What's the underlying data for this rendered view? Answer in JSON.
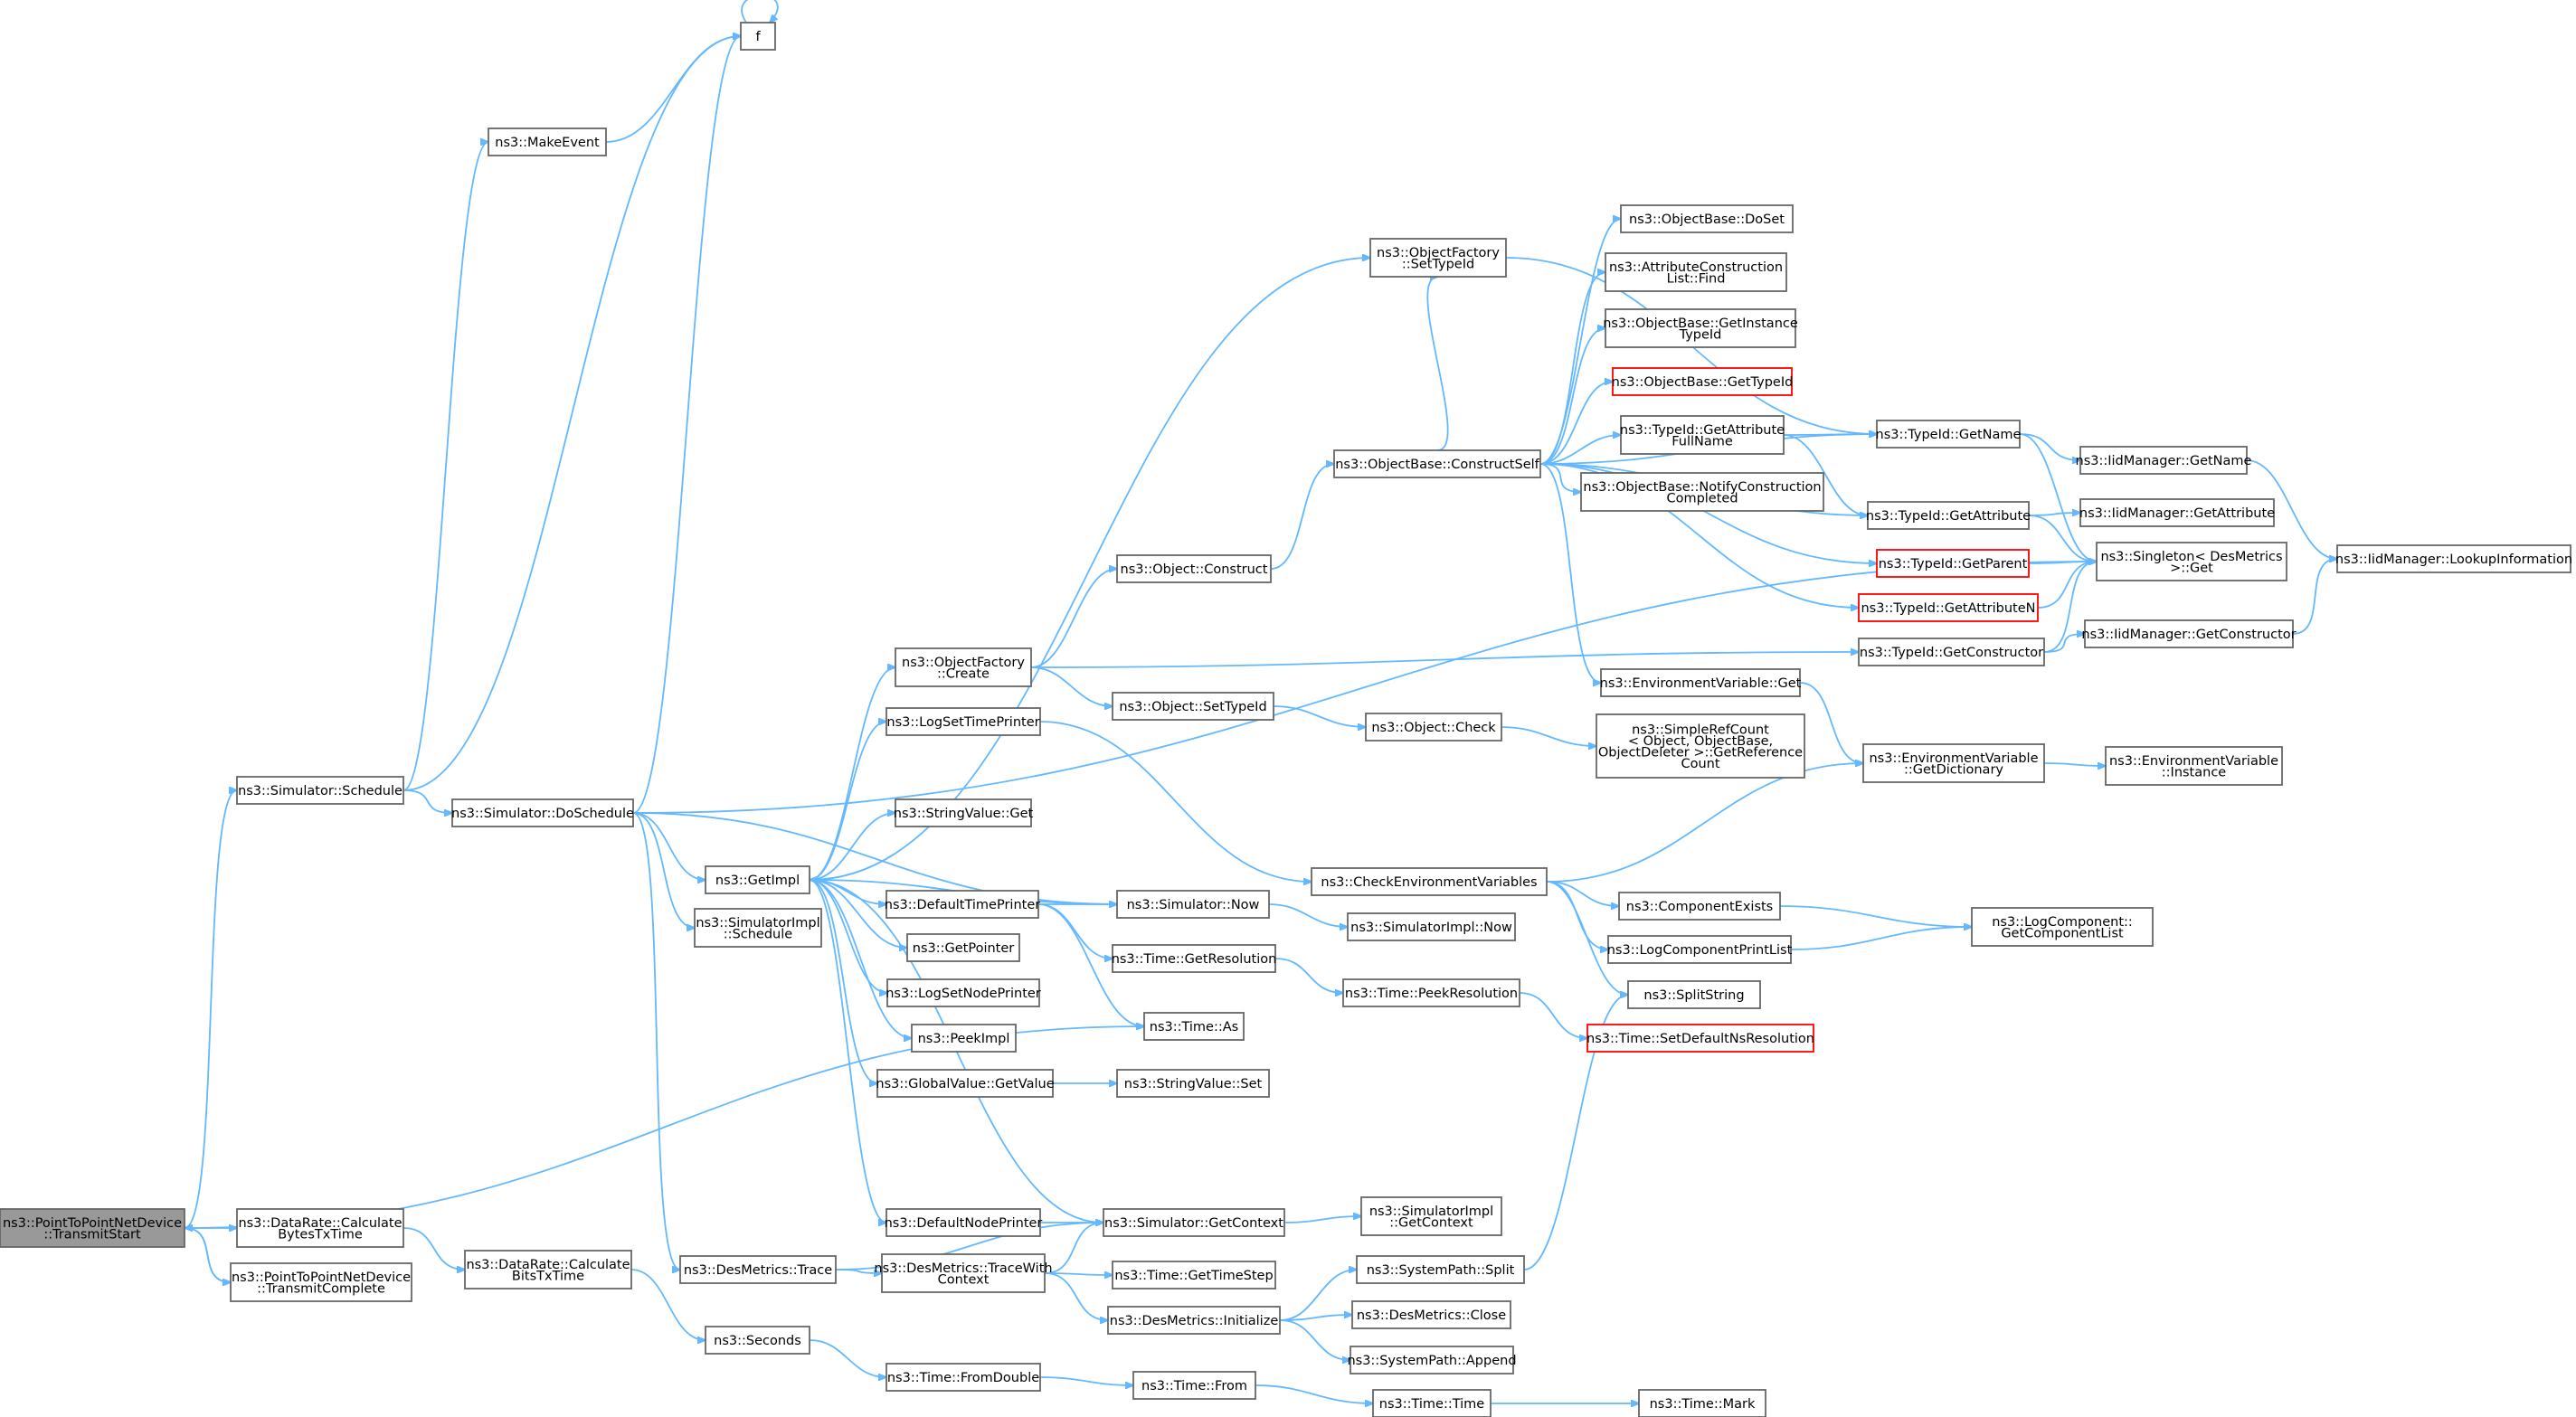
{
  "graph": {
    "title": "",
    "colors": {
      "edge": "#63b8ff",
      "node_border": "#666666",
      "root_fill": "#999999",
      "truncated_border": "#ff0000"
    },
    "nodes": [
      {
        "id": "transmitStart",
        "lines": [
          "ns3::PointToPointNetDevice",
          "::TransmitStart"
        ],
        "root": true
      },
      {
        "id": "calcBytesTx",
        "lines": [
          "ns3::DataRate::Calculate",
          "BytesTxTime"
        ]
      },
      {
        "id": "transmitComplete",
        "lines": [
          "ns3::PointToPointNetDevice",
          "::TransmitComplete"
        ]
      },
      {
        "id": "calcBitsTx",
        "lines": [
          "ns3::DataRate::Calculate",
          "BitsTxTime"
        ]
      },
      {
        "id": "f",
        "lines": [
          "f"
        ]
      },
      {
        "id": "makeEvent",
        "lines": [
          "ns3::MakeEvent"
        ]
      },
      {
        "id": "schedule",
        "lines": [
          "ns3::Simulator::Schedule"
        ]
      },
      {
        "id": "doSchedule",
        "lines": [
          "ns3::Simulator::DoSchedule"
        ]
      },
      {
        "id": "getImpl",
        "lines": [
          "ns3::GetImpl"
        ]
      },
      {
        "id": "simImplSchedule",
        "lines": [
          "ns3::SimulatorImpl",
          "::Schedule"
        ]
      },
      {
        "id": "desTrace",
        "lines": [
          "ns3::DesMetrics::Trace"
        ]
      },
      {
        "id": "seconds",
        "lines": [
          "ns3::Seconds"
        ]
      },
      {
        "id": "ofCreate",
        "lines": [
          "ns3::ObjectFactory",
          "::Create"
        ]
      },
      {
        "id": "logSetTimePrinter",
        "lines": [
          "ns3::LogSetTimePrinter"
        ]
      },
      {
        "id": "strValueGet",
        "lines": [
          "ns3::StringValue::Get"
        ]
      },
      {
        "id": "defaultTimePrinter",
        "lines": [
          "ns3::DefaultTimePrinter"
        ]
      },
      {
        "id": "getPointer",
        "lines": [
          "ns3::GetPointer"
        ]
      },
      {
        "id": "logSetNodePrinter",
        "lines": [
          "ns3::LogSetNodePrinter"
        ]
      },
      {
        "id": "peekImpl",
        "lines": [
          "ns3::PeekImpl"
        ]
      },
      {
        "id": "gvGetValue",
        "lines": [
          "ns3::GlobalValue::GetValue"
        ]
      },
      {
        "id": "defaultNodePrinter",
        "lines": [
          "ns3::DefaultNodePrinter"
        ]
      },
      {
        "id": "traceWithContext",
        "lines": [
          "ns3::DesMetrics::TraceWith",
          "Context"
        ]
      },
      {
        "id": "fromDouble",
        "lines": [
          "ns3::Time::FromDouble"
        ]
      },
      {
        "id": "objConstruct",
        "lines": [
          "ns3::Object::Construct"
        ]
      },
      {
        "id": "objSetTypeId",
        "lines": [
          "ns3::Object::SetTypeId"
        ]
      },
      {
        "id": "simNow",
        "lines": [
          "ns3::Simulator::Now"
        ]
      },
      {
        "id": "timeGetResolution",
        "lines": [
          "ns3::Time::GetResolution"
        ]
      },
      {
        "id": "timeAs",
        "lines": [
          "ns3::Time::As"
        ]
      },
      {
        "id": "strValueSet",
        "lines": [
          "ns3::StringValue::Set"
        ]
      },
      {
        "id": "simGetContext",
        "lines": [
          "ns3::Simulator::GetContext"
        ]
      },
      {
        "id": "timeGetTimeStep",
        "lines": [
          "ns3::Time::GetTimeStep"
        ]
      },
      {
        "id": "desInitialize",
        "lines": [
          "ns3::DesMetrics::Initialize"
        ]
      },
      {
        "id": "timeFrom",
        "lines": [
          "ns3::Time::From"
        ]
      },
      {
        "id": "ofSetTypeId",
        "lines": [
          "ns3::ObjectFactory",
          "::SetTypeId"
        ]
      },
      {
        "id": "constructSelf",
        "lines": [
          "ns3::ObjectBase::ConstructSelf"
        ]
      },
      {
        "id": "objCheck",
        "lines": [
          "ns3::Object::Check"
        ]
      },
      {
        "id": "checkEnvVars",
        "lines": [
          "ns3::CheckEnvironmentVariables"
        ]
      },
      {
        "id": "simImplNow",
        "lines": [
          "ns3::SimulatorImpl::Now"
        ]
      },
      {
        "id": "peekResolution",
        "lines": [
          "ns3::Time::PeekResolution"
        ]
      },
      {
        "id": "simImplGetContext",
        "lines": [
          "ns3::SimulatorImpl",
          "::GetContext"
        ]
      },
      {
        "id": "sysPathSplit",
        "lines": [
          "ns3::SystemPath::Split"
        ]
      },
      {
        "id": "desClose",
        "lines": [
          "ns3::DesMetrics::Close"
        ]
      },
      {
        "id": "sysPathAppend",
        "lines": [
          "ns3::SystemPath::Append"
        ]
      },
      {
        "id": "timeTime",
        "lines": [
          "ns3::Time::Time"
        ]
      },
      {
        "id": "doSet",
        "lines": [
          "ns3::ObjectBase::DoSet"
        ]
      },
      {
        "id": "attrConstrFind",
        "lines": [
          "ns3::AttributeConstruction",
          "List::Find"
        ]
      },
      {
        "id": "getInstanceTypeId",
        "lines": [
          "ns3::ObjectBase::GetInstance",
          "TypeId"
        ]
      },
      {
        "id": "obGetTypeId",
        "lines": [
          "ns3::ObjectBase::GetTypeId"
        ],
        "truncated": true
      },
      {
        "id": "getAttrFullName",
        "lines": [
          "ns3::TypeId::GetAttribute",
          "FullName"
        ]
      },
      {
        "id": "notifyConstrCompleted",
        "lines": [
          "ns3::ObjectBase::NotifyConstruction",
          "Completed"
        ]
      },
      {
        "id": "envVarGet",
        "lines": [
          "ns3::EnvironmentVariable::Get"
        ]
      },
      {
        "id": "simpleRefCount",
        "lines": [
          "ns3::SimpleRefCount",
          "< Object, ObjectBase,",
          "ObjectDeleter >::GetReference",
          "Count"
        ]
      },
      {
        "id": "componentExists",
        "lines": [
          "ns3::ComponentExists"
        ]
      },
      {
        "id": "logComponentPrintList",
        "lines": [
          "ns3::LogComponentPrintList"
        ]
      },
      {
        "id": "splitString",
        "lines": [
          "ns3::SplitString"
        ]
      },
      {
        "id": "setDefaultNsRes",
        "lines": [
          "ns3::Time::SetDefaultNsResolution"
        ],
        "truncated": true
      },
      {
        "id": "timeMark",
        "lines": [
          "ns3::Time::Mark"
        ]
      },
      {
        "id": "typeIdGetName",
        "lines": [
          "ns3::TypeId::GetName"
        ]
      },
      {
        "id": "typeIdGetAttribute",
        "lines": [
          "ns3::TypeId::GetAttribute"
        ]
      },
      {
        "id": "typeIdGetParent",
        "lines": [
          "ns3::TypeId::GetParent"
        ],
        "truncated": true
      },
      {
        "id": "typeIdGetAttributeN",
        "lines": [
          "ns3::TypeId::GetAttributeN"
        ],
        "truncated": true
      },
      {
        "id": "typeIdGetConstructor",
        "lines": [
          "ns3::TypeId::GetConstructor"
        ]
      },
      {
        "id": "envGetDictionary",
        "lines": [
          "ns3::EnvironmentVariable",
          "::GetDictionary"
        ]
      },
      {
        "id": "getComponentList",
        "lines": [
          "ns3::LogComponent::",
          "GetComponentList"
        ]
      },
      {
        "id": "iidGetName",
        "lines": [
          "ns3::IidManager::GetName"
        ]
      },
      {
        "id": "iidGetAttribute",
        "lines": [
          "ns3::IidManager::GetAttribute"
        ]
      },
      {
        "id": "singletonGet",
        "lines": [
          "ns3::Singleton< DesMetrics",
          "&gt;::Get"
        ]
      },
      {
        "id": "iidGetConstructor",
        "lines": [
          "ns3::IidManager::GetConstructor"
        ]
      },
      {
        "id": "envInstance",
        "lines": [
          "ns3::EnvironmentVariable",
          "::Instance"
        ]
      },
      {
        "id": "iidLookup",
        "lines": [
          "ns3::IidManager::LookupInformation"
        ]
      }
    ]
  }
}
